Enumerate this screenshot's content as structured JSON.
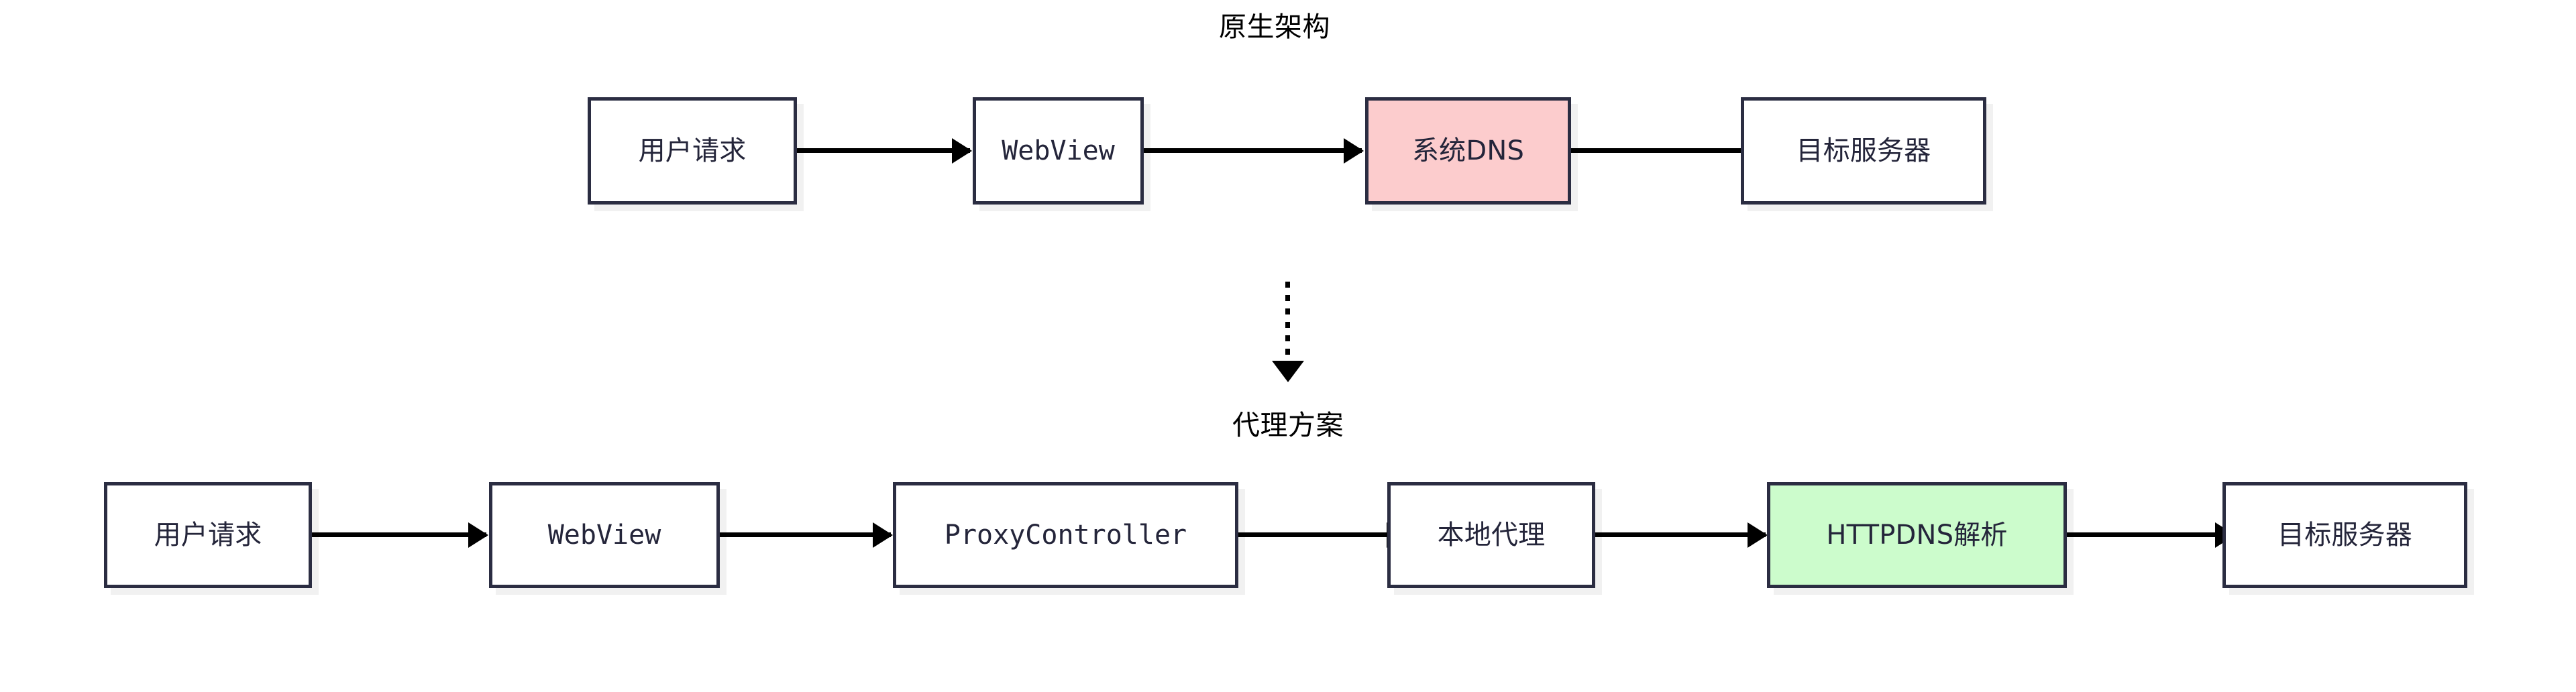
{
  "diagram": {
    "title_native": "原生架构",
    "title_proxy": "代理方案",
    "colors": {
      "node_border": "#2b2d42",
      "node_text": "#24253a",
      "node_fill_default": "#ffffff",
      "node_fill_danger": "#fccccd",
      "node_fill_success": "#ccfccc",
      "edge": "#000000",
      "background": "#ffffff"
    },
    "sections": [
      {
        "id": "native",
        "caption": "原生架构",
        "nodes": [
          {
            "id": "native-user-request",
            "label": "用户请求",
            "style": "default",
            "font": "cjk"
          },
          {
            "id": "native-webview",
            "label": "WebView",
            "style": "default",
            "font": "mono"
          },
          {
            "id": "native-system-dns",
            "label": "系统DNS",
            "style": "danger",
            "font": "mixed"
          },
          {
            "id": "native-target-server",
            "label": "目标服务器",
            "style": "default",
            "font": "cjk"
          }
        ],
        "edges": [
          {
            "from": "native-user-request",
            "to": "native-webview",
            "type": "arrow-right"
          },
          {
            "from": "native-webview",
            "to": "native-system-dns",
            "type": "arrow-right"
          },
          {
            "from": "native-system-dns",
            "to": "native-target-server",
            "type": "arrow-right"
          }
        ]
      },
      {
        "id": "proxy",
        "caption": "代理方案",
        "nodes": [
          {
            "id": "proxy-user-request",
            "label": "用户请求",
            "style": "default",
            "font": "cjk"
          },
          {
            "id": "proxy-webview",
            "label": "WebView",
            "style": "default",
            "font": "mono"
          },
          {
            "id": "proxy-controller",
            "label": "ProxyController",
            "style": "default",
            "font": "mono"
          },
          {
            "id": "proxy-local-proxy",
            "label": "本地代理",
            "style": "default",
            "font": "cjk"
          },
          {
            "id": "proxy-httpdns",
            "label": "HTTPDNS解析",
            "style": "success",
            "font": "mixed"
          },
          {
            "id": "proxy-target-server",
            "label": "目标服务器",
            "style": "default",
            "font": "cjk"
          }
        ],
        "edges": [
          {
            "from": "proxy-user-request",
            "to": "proxy-webview",
            "type": "arrow-right"
          },
          {
            "from": "proxy-webview",
            "to": "proxy-controller",
            "type": "arrow-right"
          },
          {
            "from": "proxy-controller",
            "to": "proxy-local-proxy",
            "type": "arrow-right"
          },
          {
            "from": "proxy-local-proxy",
            "to": "proxy-httpdns",
            "type": "arrow-right"
          },
          {
            "from": "proxy-httpdns",
            "to": "proxy-target-server",
            "type": "arrow-right"
          }
        ]
      }
    ],
    "section_link": {
      "from": "native",
      "to": "proxy",
      "type": "dotted-arrow-down"
    }
  }
}
